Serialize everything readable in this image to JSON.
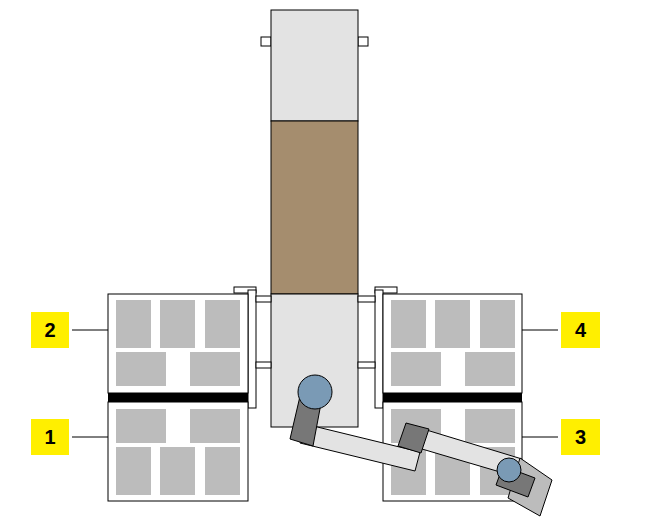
{
  "diagram": {
    "nodes": [
      {
        "text": [
          "2"
        ]
      },
      {
        "text": [
          "4"
        ]
      },
      {
        "text": [
          "1"
        ]
      },
      {
        "text": [
          "3"
        ]
      }
    ]
  }
}
